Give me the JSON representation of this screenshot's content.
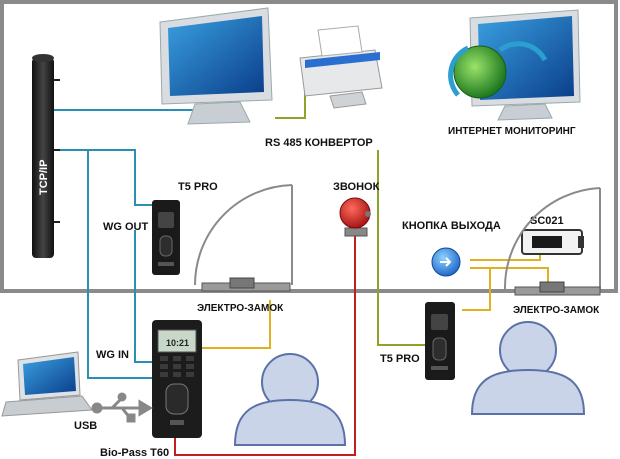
{
  "labels": {
    "tcp_ip": "TCP/IP",
    "rs485": "RS 485 КОНВЕРТОР",
    "internet_monitoring": "ИНТЕРНЕТ МОНИТОРИНГ",
    "t5_pro_top": "T5 PRO",
    "zvonok": "ЗВОНОК",
    "exit_button": "КНОПКА  ВЫХОДА",
    "sc021": "SC021",
    "wg_out": "WG OUT",
    "lock_left": "ЭЛЕКТРО-ЗАМОК",
    "lock_right": "ЭЛЕКТРО-ЗАМОК",
    "wg_in": "WG IN",
    "t5_pro_bottom": "T5 PRO",
    "usb": "USB",
    "biopass": "Bio-Pass T60"
  },
  "device_screen": {
    "time": "10:21"
  },
  "colors": {
    "network_line": "#2a8fb0",
    "converter_line": "#8aa52a",
    "signal_line": "#e0b020",
    "bell_line": "#c02020",
    "wall": "#8a8a8a",
    "user_silhouette": "#c9d4e8",
    "user_outline": "#5a72a8"
  },
  "icons": {
    "main_monitor": "monitor-icon",
    "printer": "printer-icon",
    "internet": "globe-monitor-icon",
    "bell": "bell-icon",
    "exit": "exit-button-icon",
    "laptop": "laptop-icon",
    "usb": "usb-icon",
    "person": "person-icon"
  }
}
